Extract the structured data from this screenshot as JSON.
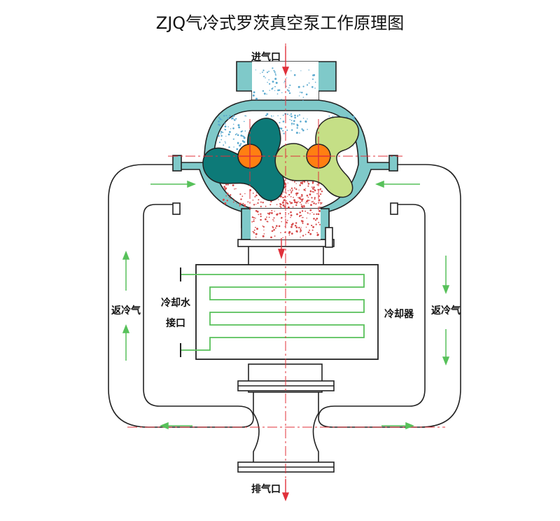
{
  "title": "ZJQ气冷式罗茨真空泵工作原理图",
  "labels": {
    "inlet": "进气口",
    "outlet": "排气口",
    "return_left": "返冷气",
    "return_right": "返冷气",
    "cooling_water_line1": "冷却水",
    "cooling_water_line2": "接口",
    "cooler": "冷却器"
  },
  "colors": {
    "casing": "#7fc9c9",
    "rotor_left": "#0d7a78",
    "rotor_right": "#c5df86",
    "shaft": "#ff7f12",
    "centerline": "#e0303a",
    "flow_arrow": "#57c15a",
    "cooler_coil": "#57c15a",
    "suction_dots": "#5aa9cf",
    "compression_dots": "#d64a4a"
  },
  "icons": [
    "inlet-arrow-icon",
    "outlet-arrow-icon",
    "flow-arrow-icon"
  ]
}
